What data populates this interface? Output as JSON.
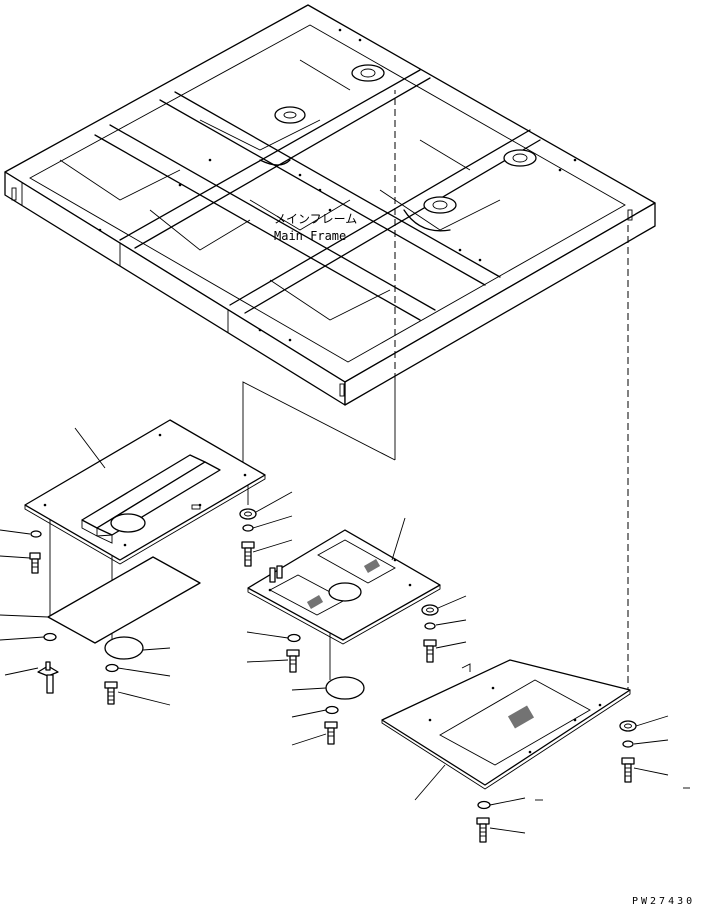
{
  "main_frame": {
    "label_jp": "メインフレーム",
    "label_en": "Main Frame"
  },
  "drawing_code": "PW27430"
}
